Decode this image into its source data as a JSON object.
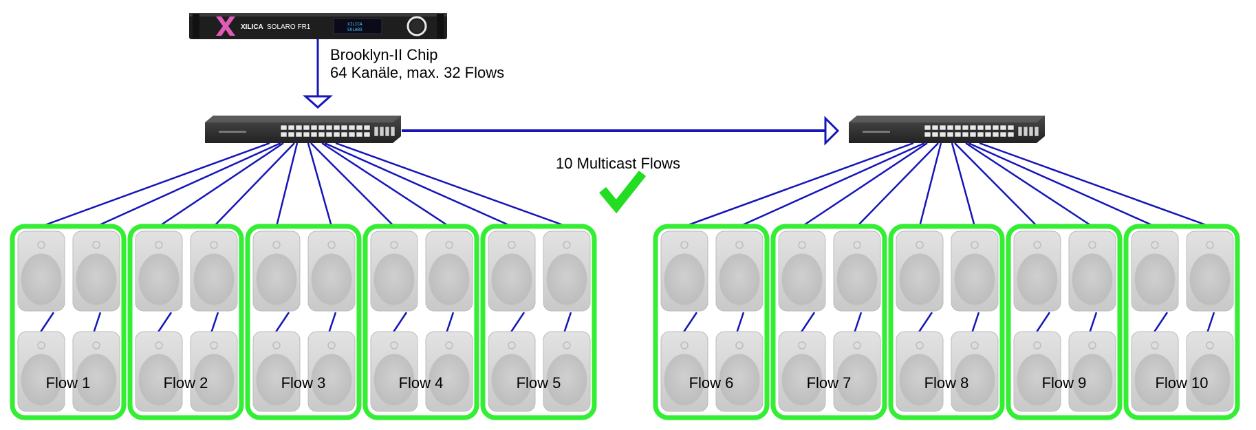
{
  "device": {
    "brand": "XILICA",
    "model": "SOLARO FR1",
    "display_text": "XILICA\nSOLARO"
  },
  "chip_label": {
    "line1": "Brooklyn-II Chip",
    "line2": "64 Kanäle, max. 32 Flows"
  },
  "multicast_label": "10 Multicast Flows",
  "status_icon": "green-checkmark-icon",
  "colors": {
    "link": "#1515b8",
    "flow_box": "#33ee33",
    "check": "#22dd22",
    "speaker": "#d4d4d4"
  },
  "flows": [
    {
      "label": "Flow 1"
    },
    {
      "label": "Flow 2"
    },
    {
      "label": "Flow 3"
    },
    {
      "label": "Flow 4"
    },
    {
      "label": "Flow 5"
    },
    {
      "label": "Flow 6"
    },
    {
      "label": "Flow 7"
    },
    {
      "label": "Flow 8"
    },
    {
      "label": "Flow 9"
    },
    {
      "label": "Flow 10"
    }
  ]
}
